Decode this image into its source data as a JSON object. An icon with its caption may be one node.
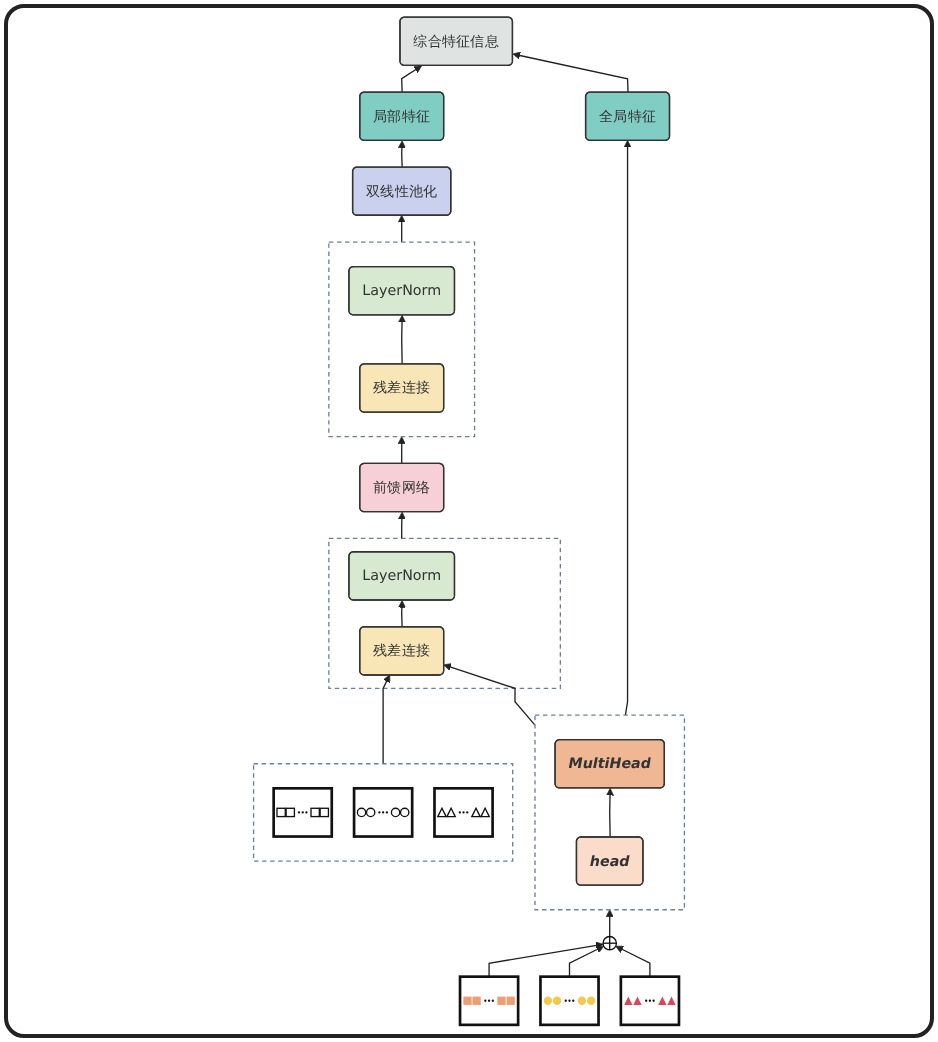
{
  "diagram": {
    "nodes": [
      {
        "text": [
          "综合特征信息"
        ]
      },
      {
        "text": [
          "局部特征"
        ]
      },
      {
        "text": [
          "全局特征"
        ]
      },
      {
        "text": [
          "双线性池化"
        ]
      },
      {
        "text": [],
        "shape": "box"
      },
      {
        "text": [
          "LayerNorm"
        ],
        "in": 4
      },
      {
        "text": [
          "残差连接"
        ],
        "in": 4
      },
      {
        "text": [
          "前馈网络"
        ]
      },
      {
        "text": [],
        "shape": "box"
      },
      {
        "text": [
          "LayerNorm"
        ],
        "in": 8
      },
      {
        "text": [
          "残差连接"
        ],
        "in": 8
      },
      {
        "text": [],
        "shape": "box"
      },
      {
        "text": [],
        "shape": "bar",
        "in": 11
      },
      {
        "text": [],
        "shape": "bar",
        "in": 11
      },
      {
        "text": [],
        "shape": "bar",
        "in": 11
      },
      {
        "text": [],
        "shape": "box"
      },
      {
        "text": [
          "MultiHead"
        ],
        "in": 15
      },
      {
        "text": [
          "head"
        ],
        "in": 15
      },
      {
        "text": [],
        "shape": "circle"
      },
      {
        "text": [],
        "shape": "bar"
      },
      {
        "text": [],
        "shape": "bar"
      },
      {
        "text": [],
        "shape": "bar"
      }
    ],
    "edges": [
      {
        "from": 1,
        "to": 0,
        "arrow": "to"
      },
      {
        "from": 2,
        "to": 0,
        "arrow": "to"
      },
      {
        "from": 3,
        "to": 1,
        "arrow": "to"
      },
      {
        "from": 4,
        "to": 3,
        "arrow": "to"
      },
      {
        "from": 6,
        "to": 5,
        "arrow": "to"
      },
      {
        "from": 7,
        "to": 4,
        "arrow": "to"
      },
      {
        "from": 8,
        "to": 7,
        "arrow": "to"
      },
      {
        "from": 10,
        "to": 9,
        "arrow": "to"
      },
      {
        "from": 11,
        "to": 10,
        "arrow": "to"
      },
      {
        "from": 15,
        "to": 10,
        "arrow": "to"
      },
      {
        "from": 15,
        "to": 2,
        "arrow": "to"
      },
      {
        "from": 17,
        "to": 16,
        "arrow": "to"
      },
      {
        "from": 18,
        "to": 15,
        "arrow": "to"
      },
      {
        "from": 19,
        "to": 18,
        "arrow": "to"
      },
      {
        "from": 20,
        "to": 18,
        "arrow": "to"
      },
      {
        "from": 21,
        "to": 18,
        "arrow": "to"
      }
    ]
  }
}
